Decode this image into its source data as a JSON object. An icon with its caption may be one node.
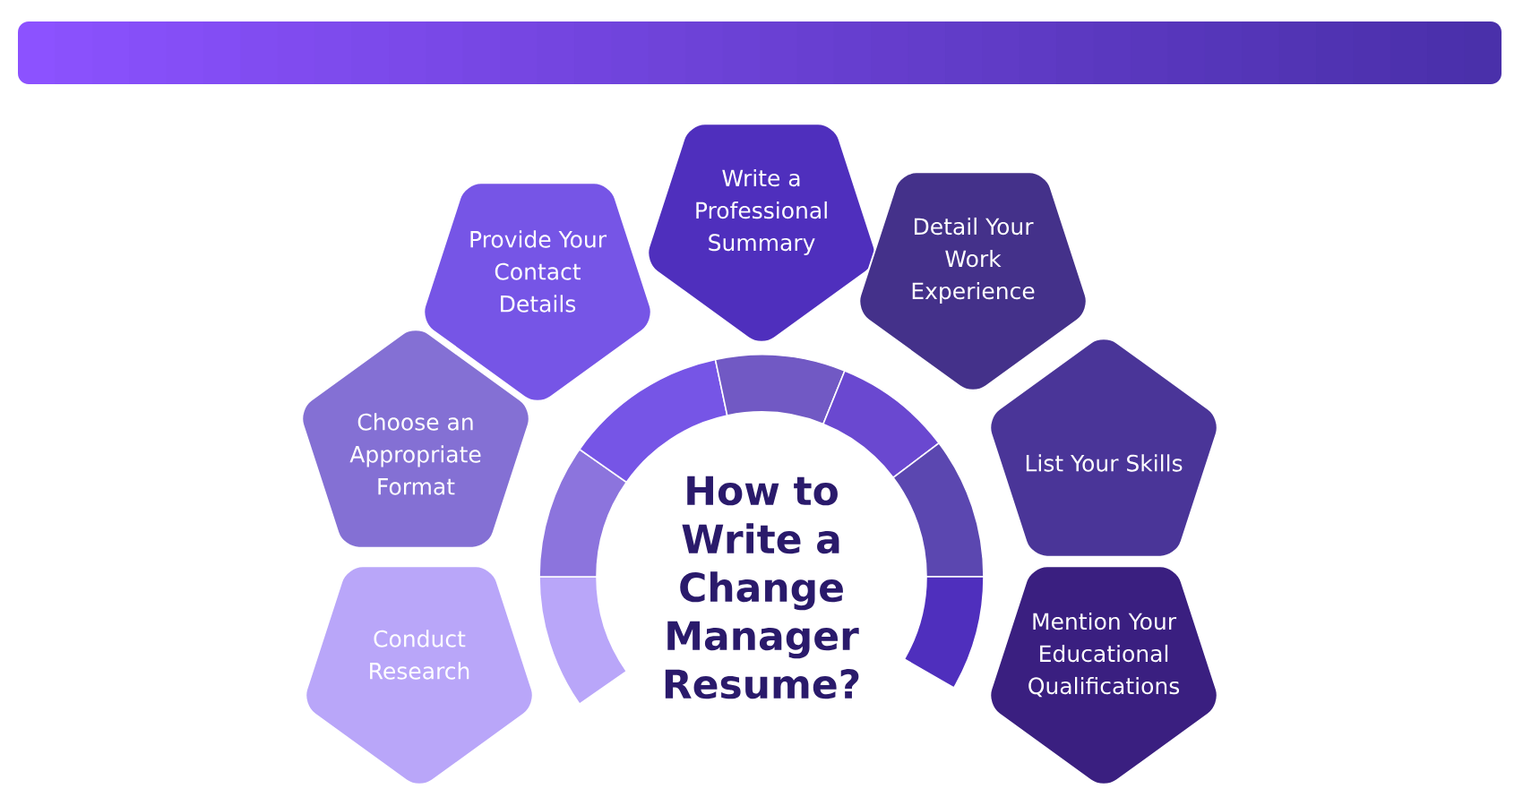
{
  "diagram": {
    "title": "How to Write a Change Manager Resume?",
    "nodes": [
      {
        "text": [
          "Conduct Research"
        ]
      },
      {
        "text": [
          "Choose an Appropriate Format"
        ]
      },
      {
        "text": [
          "Provide Your Contact Details"
        ]
      },
      {
        "text": [
          "Write a Professional Summary"
        ]
      },
      {
        "text": [
          "Detail Your Work Experience"
        ]
      },
      {
        "text": [
          "List Your Skills"
        ]
      },
      {
        "text": [
          "Mention Your Educational Qualifications"
        ]
      }
    ]
  }
}
